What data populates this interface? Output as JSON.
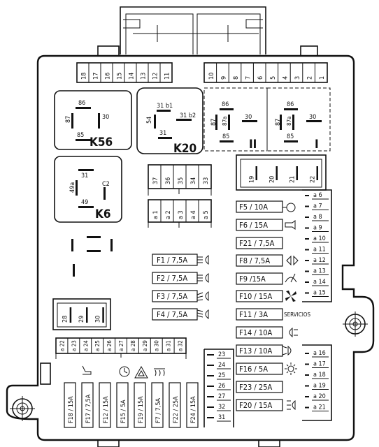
{
  "connector_top_left": [
    "18",
    "17",
    "16",
    "15",
    "14",
    "13",
    "12",
    "11"
  ],
  "connector_top_right": [
    "10",
    "9",
    "8",
    "7",
    "6",
    "5",
    "4",
    "3",
    "2",
    "1"
  ],
  "relays": {
    "k56": {
      "name": "K56",
      "pins": [
        "86",
        "87",
        "30",
        "85"
      ]
    },
    "k20": {
      "name": "K20",
      "pins": [
        "31 b1",
        "54",
        "31 b2",
        "31"
      ]
    },
    "r2": {
      "name": "II",
      "pins": [
        "86",
        "87",
        "87a",
        "30",
        "85"
      ]
    },
    "r1": {
      "name": "I",
      "pins": [
        "86",
        "87",
        "87a",
        "30",
        "85"
      ]
    },
    "k6": {
      "name": "K6",
      "pins": [
        "31",
        "49a",
        "C2",
        "49"
      ]
    }
  },
  "conn_19_22": [
    "19",
    "20",
    "21",
    "22"
  ],
  "conn_33_37": [
    "37",
    "36",
    "35",
    "34",
    "33"
  ],
  "conn_a1_a5": [
    "a 1",
    "a 2",
    "a 3",
    "a 4",
    "a 5"
  ],
  "conn_a22_a32": [
    "a 22",
    "a 23",
    "a 24",
    "a 25",
    "a 26",
    "a 27",
    "a 28",
    "a 29",
    "a 30",
    "a 31",
    "a 32"
  ],
  "conn_28_30": [
    "28",
    "29",
    "30"
  ],
  "right_strip_top": [
    "a 6",
    "a 7",
    "a 8",
    "a 9",
    "a 10",
    "a 11",
    "a 12",
    "a 13",
    "a 14",
    "a 15"
  ],
  "right_strip_bottom": [
    "a 16",
    "a 17",
    "a 18",
    "a 19",
    "a 20",
    "a 21"
  ],
  "strip_23_31": [
    "23",
    "24",
    "25",
    "26",
    "27",
    "32",
    "31"
  ],
  "fuses_middle": [
    "F1  /  7,5A",
    "F2  /  7,5A",
    "F3  /  7,5A",
    "F4  /  7,5A"
  ],
  "fuses_right": [
    "F5  /  10A",
    "F6  /  15A",
    "F21  /  7,5A",
    "F8  /  7,5A",
    "F9  /15A",
    "F10  /  15A",
    "F11  /  3A",
    "F14  /  10A",
    "F13  /  10A",
    "F16  /  5A",
    "F23  /  25A",
    "F20  /  15A"
  ],
  "fuses_bottom": [
    "F18 / 15A",
    "F17 / 7,5A",
    "F12 / 15A",
    "F15 / 5A",
    "F19 / 15A",
    "F7 / 7,5A",
    "F22 / 25A",
    "F24 / 15A"
  ],
  "servicios_label": "SERVICIOS"
}
